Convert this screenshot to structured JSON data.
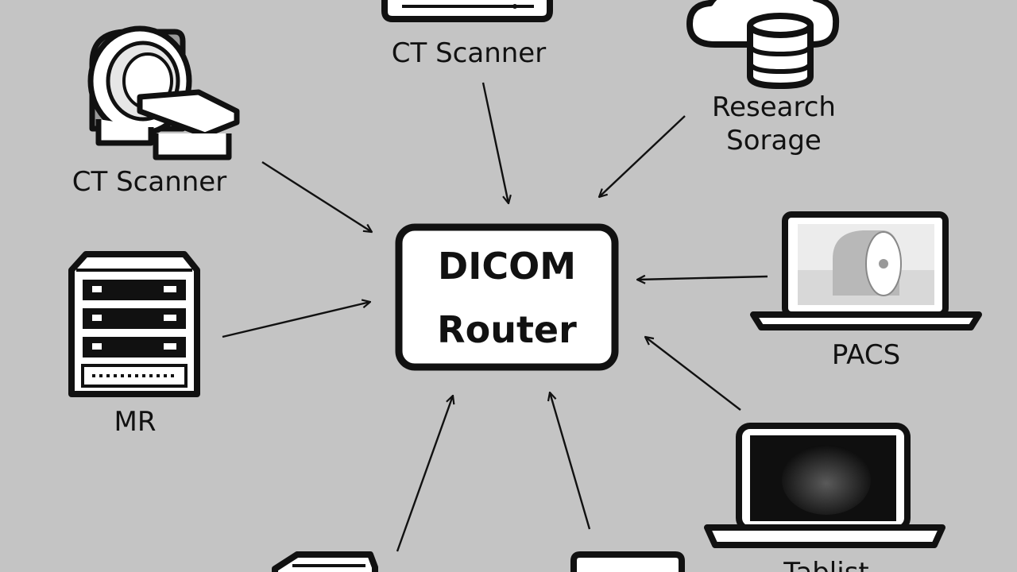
{
  "router": {
    "line1": "DICOM",
    "line2": "Router"
  },
  "nodes": {
    "ct_top": {
      "label": "CT Scanner"
    },
    "ct_left": {
      "label": "CT Scanner"
    },
    "research": {
      "line1": "Research",
      "line2": "Sorage"
    },
    "mr": {
      "label": "MR"
    },
    "pacs": {
      "label": "PACS"
    },
    "tablet": {
      "label": "Tablist"
    }
  },
  "icons": [
    "ct-scanner-icon",
    "server-rack-icon",
    "cloud-storage-icon",
    "laptop-icon",
    "tablet-icon",
    "device-icon"
  ],
  "colors": {
    "background": "#c4c4c4",
    "stroke": "#111111",
    "fill": "#ffffff"
  }
}
